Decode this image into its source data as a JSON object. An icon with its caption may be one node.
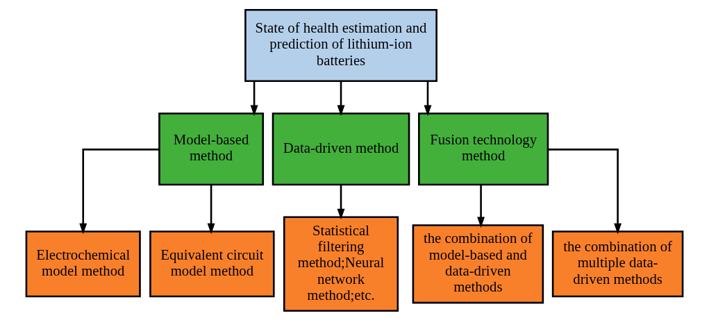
{
  "diagram": {
    "nodes": [
      {
        "text": [
          "State of health estimation and prediction of lithium-ion batteries"
        ]
      },
      {
        "text": [
          "Model-based method"
        ]
      },
      {
        "text": [
          "Data-driven method"
        ]
      },
      {
        "text": [
          "Fusion technology method"
        ]
      },
      {
        "text": [
          "Electrochemical model method"
        ]
      },
      {
        "text": [
          "Equivalent circuit model method"
        ]
      },
      {
        "text": [
          "Statistical filtering method;Neural network method;etc."
        ]
      },
      {
        "text": [
          "the combination of model-based and data-driven methods"
        ]
      },
      {
        "text": [
          "the combination of multiple data-driven methods"
        ]
      }
    ],
    "edges": [
      {
        "from": 0,
        "to": 1,
        "arrow": "to"
      },
      {
        "from": 0,
        "to": 2,
        "arrow": "to"
      },
      {
        "from": 0,
        "to": 3,
        "arrow": "to"
      },
      {
        "from": 1,
        "to": 4,
        "arrow": "to"
      },
      {
        "from": 1,
        "to": 5,
        "arrow": "to"
      },
      {
        "from": 2,
        "to": 6,
        "arrow": "to"
      },
      {
        "from": 3,
        "to": 7,
        "arrow": "to"
      },
      {
        "from": 3,
        "to": 8,
        "arrow": "to"
      }
    ]
  }
}
